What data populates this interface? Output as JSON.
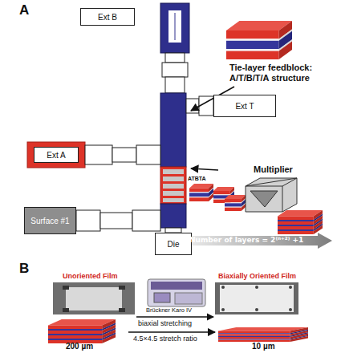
{
  "diagram": {
    "nodes": [
      {
        "text": [
          "Ext B"
        ]
      },
      {
        "text": [
          "Ext T"
        ]
      },
      {
        "text": [
          "Ext A"
        ]
      },
      {
        "text": [
          "Surface #1"
        ]
      },
      {
        "text": [
          "Die"
        ]
      }
    ],
    "labels": [
      "A",
      "Tie-layer feedblock: A/T/B/T/A structure",
      "Multiplier",
      "ATBTA",
      "Number of layers = 2⁽ⁿ⁺²⁾ +1",
      "B",
      "Unoriented Film",
      "Brückner Karo IV",
      "Biaxially Oriented Film",
      "biaxial stretching",
      "4.5×4.5 stretch ratio",
      "200 µm",
      "10 µm"
    ]
  }
}
